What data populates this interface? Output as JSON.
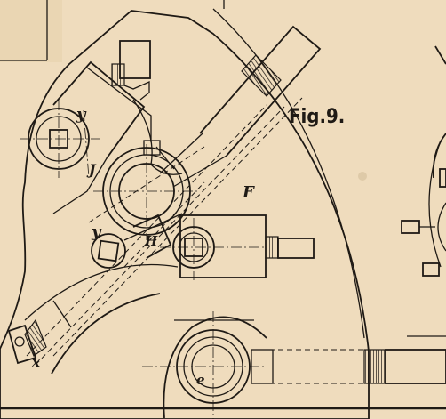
{
  "figure": {
    "caption": "Fig.9.",
    "labels": {
      "y_top": "y",
      "y_mid": "y",
      "J": "J",
      "H": "H",
      "F": "F",
      "e": "e",
      "x": "x"
    }
  },
  "colors": {
    "paper": "#efdcbd",
    "ink": "#1f1a15"
  }
}
